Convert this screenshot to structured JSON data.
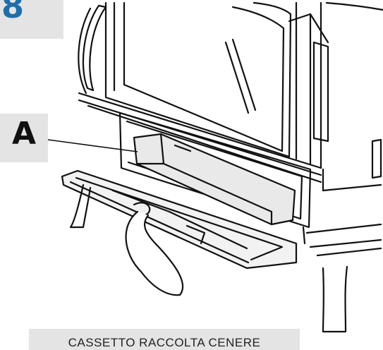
{
  "figure": {
    "number": "8"
  },
  "callout": {
    "label": "A"
  },
  "caption": {
    "text": "CASSETTO RACCOLTA CENERE"
  },
  "colors": {
    "figure_number": "#1f6ea8",
    "label_box": "#e4e4e4",
    "line": "#111111"
  }
}
